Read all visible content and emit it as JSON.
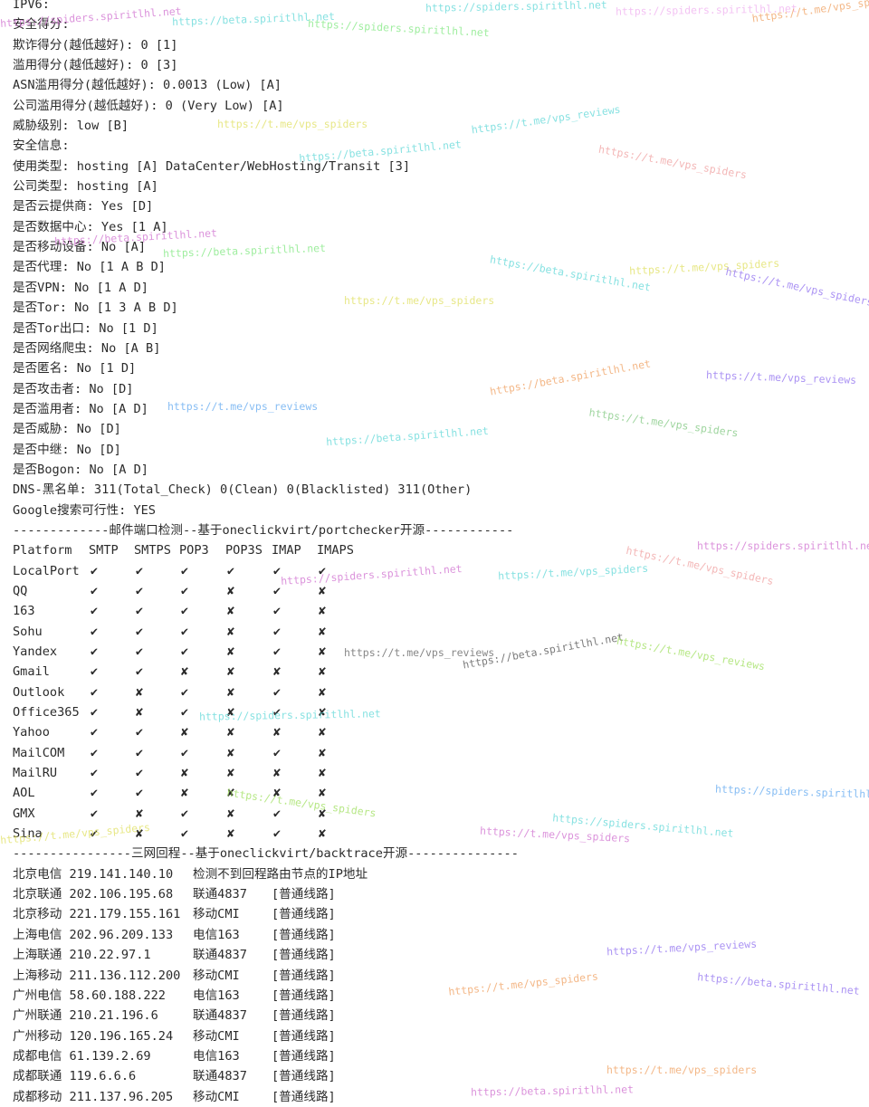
{
  "security": {
    "lines": [
      "IPV6:",
      "安全得分:",
      "欺诈得分(越低越好): 0 [1]",
      "滥用得分(越低越好): 0 [3]",
      "ASN滥用得分(越低越好): 0.0013 (Low) [A]",
      "公司滥用得分(越低越好): 0 (Very Low) [A]",
      "威胁级别: low [B]",
      "安全信息:",
      "使用类型: hosting [A] DataCenter/WebHosting/Transit [3]",
      "公司类型: hosting [A]",
      "是否云提供商: Yes [D]",
      "是否数据中心: Yes [1 A]",
      "是否移动设备: No [A]",
      "是否代理: No [1 A B D]",
      "是否VPN: No [1 A D]",
      "是否Tor: No [1 3 A B D]",
      "是否Tor出口: No [1 D]",
      "是否网络爬虫: No [A B]",
      "是否匿名: No [1 D]",
      "是否攻击者: No [D]",
      "是否滥用者: No [A D]",
      "是否威胁: No [D]",
      "是否中继: No [D]",
      "是否Bogon: No [A D]",
      "DNS-黑名单: 311(Total_Check) 0(Clean) 0(Blacklisted) 311(Other)",
      "Google搜索可行性: YES"
    ]
  },
  "mail": {
    "divider": "-------------邮件端口检测--基于oneclickvirt/portchecker开源------------",
    "headers": [
      "Platform",
      "SMTP",
      "SMTPS",
      "POP3",
      "POP3S",
      "IMAP",
      "IMAPS"
    ],
    "rows": [
      [
        "LocalPort",
        "✔",
        "✔",
        "✔",
        "✔",
        "✔",
        "✔"
      ],
      [
        "QQ",
        "✔",
        "✔",
        "✔",
        "✘",
        "✔",
        "✘"
      ],
      [
        "163",
        "✔",
        "✔",
        "✔",
        "✘",
        "✔",
        "✘"
      ],
      [
        "Sohu",
        "✔",
        "✔",
        "✔",
        "✘",
        "✔",
        "✘"
      ],
      [
        "Yandex",
        "✔",
        "✔",
        "✔",
        "✘",
        "✔",
        "✘"
      ],
      [
        "Gmail",
        "✔",
        "✔",
        "✘",
        "✘",
        "✘",
        "✘"
      ],
      [
        "Outlook",
        "✔",
        "✘",
        "✔",
        "✘",
        "✔",
        "✘"
      ],
      [
        "Office365",
        "✔",
        "✘",
        "✔",
        "✘",
        "✔",
        "✘"
      ],
      [
        "Yahoo",
        "✔",
        "✔",
        "✘",
        "✘",
        "✘",
        "✘"
      ],
      [
        "MailCOM",
        "✔",
        "✔",
        "✔",
        "✘",
        "✔",
        "✘"
      ],
      [
        "MailRU",
        "✔",
        "✔",
        "✘",
        "✘",
        "✘",
        "✘"
      ],
      [
        "AOL",
        "✔",
        "✔",
        "✘",
        "✘",
        "✘",
        "✘"
      ],
      [
        "GMX",
        "✔",
        "✘",
        "✔",
        "✘",
        "✔",
        "✘"
      ],
      [
        "Sina",
        "✔",
        "✘",
        "✔",
        "✘",
        "✔",
        "✘"
      ]
    ]
  },
  "route": {
    "divider": "----------------三网回程--基于oneclickvirt/backtrace开源---------------",
    "rows": [
      [
        "北京电信 219.141.140.10",
        "检测不到回程路由节点的IP地址",
        ""
      ],
      [
        "北京联通 202.106.195.68",
        "联通4837",
        "[普通线路]"
      ],
      [
        "北京移动 221.179.155.161",
        "移动CMI",
        "[普通线路]"
      ],
      [
        "上海电信 202.96.209.133",
        "电信163",
        "[普通线路]"
      ],
      [
        "上海联通 210.22.97.1",
        "联通4837",
        "[普通线路]"
      ],
      [
        "上海移动 211.136.112.200",
        "移动CMI",
        "[普通线路]"
      ],
      [
        "广州电信 58.60.188.222",
        "电信163",
        "[普通线路]"
      ],
      [
        "广州联通 210.21.196.6",
        "联通4837",
        "[普通线路]"
      ],
      [
        "广州移动 120.196.165.24",
        "移动CMI",
        "[普通线路]"
      ],
      [
        "成都电信 61.139.2.69",
        "电信163",
        "[普通线路]"
      ],
      [
        "成都联通 119.6.6.6",
        "联通4837",
        "[普通线路]"
      ],
      [
        "成都移动 211.137.96.205",
        "移动CMI",
        "[普通线路]"
      ]
    ]
  },
  "watermarks": [
    {
      "text": "https://spiders.spiritlhl.net",
      "color": "#d070d0"
    },
    {
      "text": "https://beta.spiritlhl.net",
      "color": "#60d8d8"
    },
    {
      "text": "https://spiders.spiritlhl.net",
      "color": "#80e880"
    },
    {
      "text": "https://spiders.spiritlhl.net",
      "color": "#60d8d8"
    },
    {
      "text": "https://spiders.spiritlhl.net",
      "color": "#f0b0f0"
    },
    {
      "text": "https://t.me/vps_spiders",
      "color": "#f0a060"
    },
    {
      "text": "https://t.me/vps_reviews",
      "color": "#60d8d8"
    },
    {
      "text": "https://t.me/vps_spiders",
      "color": "#e0e060"
    },
    {
      "text": "https://beta.spiritlhl.net",
      "color": "#60d8d8"
    },
    {
      "text": "https://t.me/vps_spiders",
      "color": "#f0a0a0"
    },
    {
      "text": "https://beta.spiritlhl.net",
      "color": "#80e880"
    },
    {
      "text": "https://beta.spiritlhl.net",
      "color": "#d070d0"
    },
    {
      "text": "https://beta.spiritlhl.net",
      "color": "#60d8d8"
    },
    {
      "text": "https://t.me/vps_spiders",
      "color": "#e0e060"
    },
    {
      "text": "https://t.me/vps_spiders",
      "color": "#e0e060"
    },
    {
      "text": "https://t.me/vps_spiders",
      "color": "#9070f0"
    },
    {
      "text": "https://beta.spiritlhl.net",
      "color": "#f0a060"
    },
    {
      "text": "https://t.me/vps_reviews",
      "color": "#9070f0"
    },
    {
      "text": "https://t.me/vps_spiders",
      "color": "#80c880"
    },
    {
      "text": "https://beta.spiritlhl.net",
      "color": "#60d8d8"
    },
    {
      "text": "https://t.me/vps_reviews",
      "color": "#60a8f0"
    },
    {
      "text": "https://spiders.spiritlhl.net",
      "color": "#d070d0"
    },
    {
      "text": "https://t.me/vps_spiders",
      "color": "#f0a0a0"
    },
    {
      "text": "https://spiders.spiritlhl.net",
      "color": "#d070d0"
    },
    {
      "text": "https://t.me/vps_spiders",
      "color": "#60d8d8"
    },
    {
      "text": "https://t.me/vps_reviews",
      "color": "#606060"
    },
    {
      "text": "https://beta.spiritlhl.net",
      "color": "#505050"
    },
    {
      "text": "https://t.me/vps_reviews",
      "color": "#a0e060"
    },
    {
      "text": "https://spiders.spiritlhl.net",
      "color": "#60d8d8"
    },
    {
      "text": "https://t.me/vps_spiders",
      "color": "#a0e060"
    },
    {
      "text": "https://t.me/vps_spiders",
      "color": "#d070d0"
    },
    {
      "text": "https://spiders.spiritlhl.net",
      "color": "#60d8d8"
    },
    {
      "text": "https://t.me/vps_reviews",
      "color": "#9070f0"
    },
    {
      "text": "https://beta.spiritlhl.net",
      "color": "#9070f0"
    },
    {
      "text": "https://t.me/vps_spiders",
      "color": "#f0a060"
    },
    {
      "text": "https://spiders.spiritlhl.net",
      "color": "#60a8f0"
    },
    {
      "text": "https://t.me/vps_spiders",
      "color": "#f0a060"
    },
    {
      "text": "https://beta.spiritlhl.net",
      "color": "#d070d0"
    },
    {
      "text": "https://t.me/vps_spiders",
      "color": "#e0e060"
    }
  ]
}
